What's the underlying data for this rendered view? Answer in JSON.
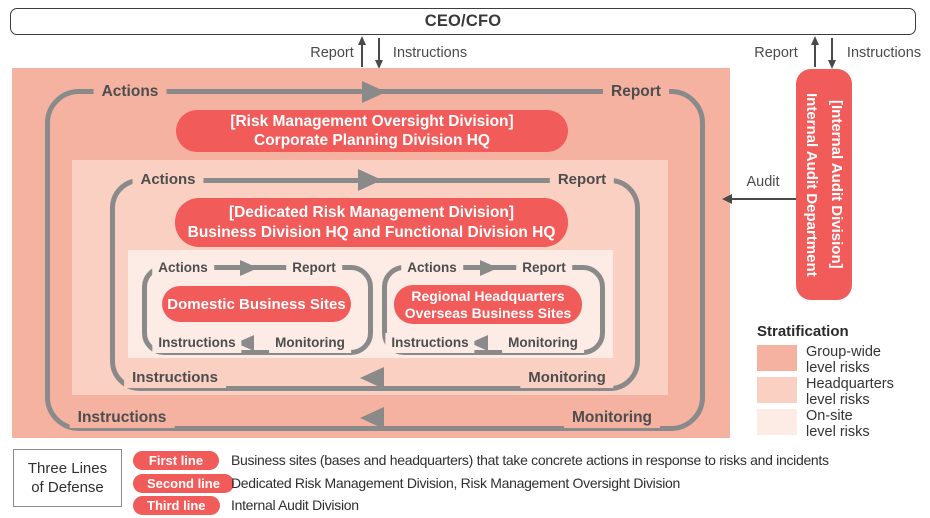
{
  "ceo": {
    "title": "CEO/CFO"
  },
  "connectors": {
    "report": "Report",
    "instructions": "Instructions",
    "audit": "Audit"
  },
  "flow": {
    "actions": "Actions",
    "report": "Report",
    "instructions": "Instructions",
    "monitoring": "Monitoring"
  },
  "divisions": {
    "oversight": {
      "line1": "[Risk Management Oversight Division]",
      "line2": "Corporate Planning Division HQ"
    },
    "dedicated": {
      "line1": "[Dedicated Risk Management Division]",
      "line2": "Business Division HQ and Functional Division HQ"
    },
    "domestic": {
      "line1": "Domestic Business Sites"
    },
    "regional": {
      "line1": "Regional Headquarters",
      "line2": "Overseas Business Sites"
    },
    "internal_audit": {
      "line1": "[Internal Audit Division]",
      "line2": "Internal Audit Department"
    }
  },
  "legend": {
    "title": "Stratification",
    "items": [
      {
        "line1": "Group-wide",
        "line2": "level risks",
        "color": "#F5B2A0"
      },
      {
        "line1": "Headquarters",
        "line2": "level risks",
        "color": "#FAD0C3"
      },
      {
        "line1": "On-site",
        "line2": "level risks",
        "color": "#FDECE5"
      }
    ]
  },
  "defense": {
    "title": "Three Lines of Defense",
    "rows": [
      {
        "badge": "First line",
        "text": "Business sites (bases and headquarters) that take concrete actions in response to risks and incidents"
      },
      {
        "badge": "Second line",
        "text": "Dedicated Risk Management Division, Risk Management Oversight Division"
      },
      {
        "badge": "Third line",
        "text": "Internal Audit Division"
      }
    ]
  },
  "colors": {
    "accent_red": "#F15B59",
    "group_wide_level": "#F5B2A0",
    "headquarters_level": "#FAD0C3",
    "on_site_level": "#FDECE5",
    "line_gray": "#8A8A8A"
  }
}
